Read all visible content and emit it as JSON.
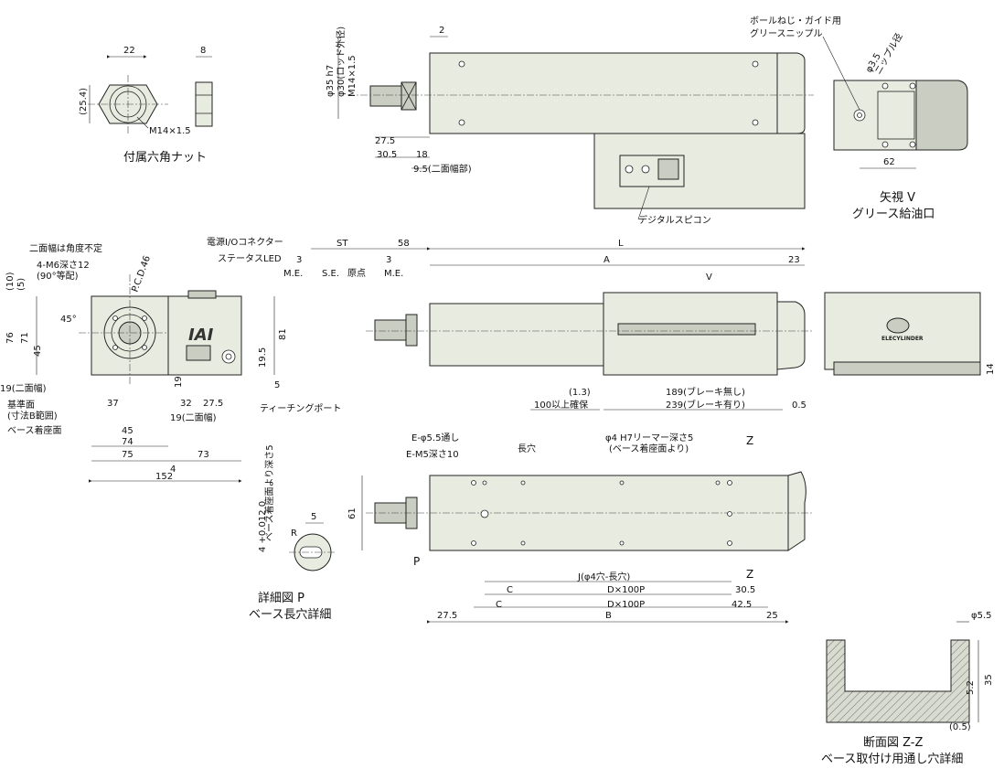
{
  "nut": {
    "dim_width": "22",
    "dim_thick": "8",
    "dim_height": "(25.4)",
    "thread": "M14×1.5",
    "caption": "付属六角ナット"
  },
  "top_view": {
    "rod_dims": [
      "φ35 h7",
      "φ30(ロッド外径)",
      "M14×1.5"
    ],
    "d2": "2",
    "d27_5": "27.5",
    "d30_5": "30.5",
    "d18": "18",
    "d9_5": "9.5(二面幅部)",
    "controller": "デジタルスピコン"
  },
  "view_v": {
    "label1": "ボールねじ・ガイド用",
    "label2": "グリースニップル",
    "d3_5": "φ3.5",
    "nipple": "ニップル径",
    "d62": "62",
    "caption1": "矢視 V",
    "caption2": "グリース給油口"
  },
  "front_view": {
    "note1": "二面幅は角度不定",
    "note2": "4-M6深さ12",
    "note3": "(90°等配)",
    "pcd": "P.C.D.46",
    "angle": "45°",
    "d10": "(10)",
    "d5": "(5)",
    "d76": "76",
    "d71": "71",
    "d45": "45",
    "d19w": "19(二面幅)",
    "base1": "基準面",
    "base2": "(寸法B範囲)",
    "base3": "ベース着座面",
    "d37": "37",
    "d45b": "45",
    "d74": "74",
    "d75": "75",
    "d4": "4",
    "d152": "152"
  },
  "side_view": {
    "connector": "電源I/Oコネクター",
    "led": "ステータスLED",
    "logo": "IAI",
    "d81": "81",
    "d19_5": "19.5",
    "d5": "5",
    "d19": "19",
    "d32": "32",
    "d27_5": "27.5",
    "d19w": "19(二面幅)",
    "teach": "ティーチングポート",
    "d73": "73"
  },
  "main": {
    "st": "ST",
    "d58": "58",
    "L": "L",
    "A": "A",
    "d23": "23",
    "d3a": "3",
    "d3b": "3",
    "me1": "M.E.",
    "se": "S.E.",
    "origin": "原点",
    "me2": "M.E.",
    "v": "V",
    "d1_3": "(1.3)",
    "d100": "100以上確保",
    "d189": "189(ブレーキ無し)",
    "d239": "239(ブレーキ有り)",
    "d0_5": "0.5",
    "d14": "14",
    "brand": "ELECYLINDER"
  },
  "bottom": {
    "e1": "E-φ5.5通し",
    "e2": "E-M5深さ10",
    "slot": "長穴",
    "ream1": "φ4 H7リーマー深さ5",
    "ream2": "(ベース着座面より)",
    "z1": "Z",
    "z2": "Z",
    "d61": "61",
    "P": "P",
    "J": "J(φ4穴-長穴)",
    "C1": "C",
    "C2": "C",
    "D1": "D×100P",
    "D2": "D×100P",
    "d30_5": "30.5",
    "d42_5": "42.5",
    "d27_5": "27.5",
    "B": "B",
    "d25": "25"
  },
  "detail_p": {
    "tol": "4 +0.012 0",
    "depth": "ベース着座面より深さ5",
    "d5": "5",
    "r": "R",
    "caption1": "詳細図 P",
    "caption2": "ベース長穴詳細"
  },
  "section": {
    "d5_5": "φ5.5",
    "d35": "35",
    "d5_2": "5.2",
    "d0_5": "(0.5)",
    "caption1": "断面図 Z-Z",
    "caption2": "ベース取付け用通し穴詳細"
  }
}
